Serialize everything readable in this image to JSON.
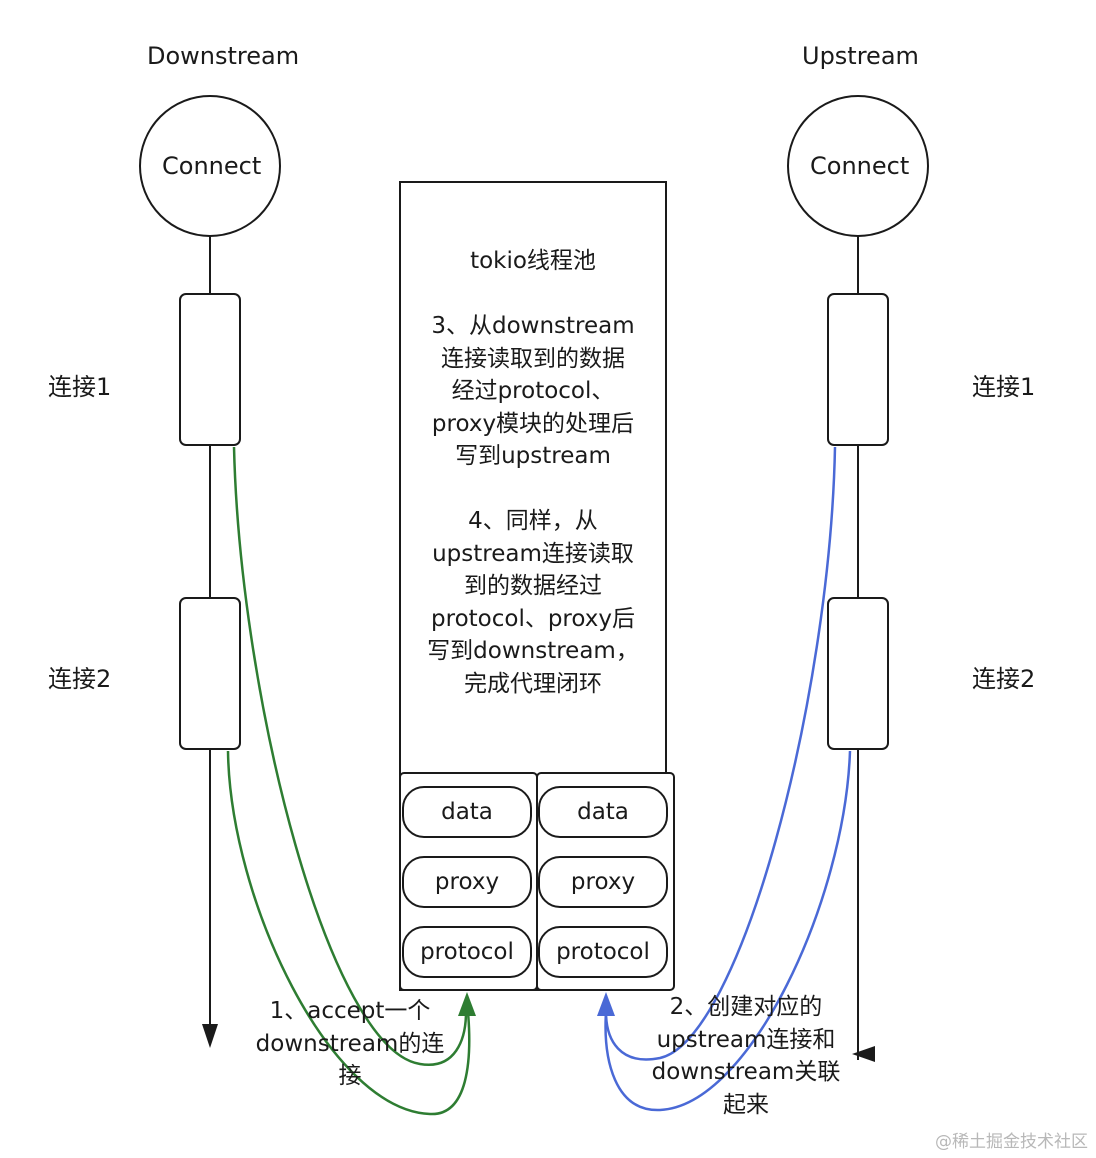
{
  "downstream": {
    "title": "Downstream",
    "node_label": "Connect",
    "conn1_label": "连接1",
    "conn2_label": "连接2"
  },
  "upstream": {
    "title": "Upstream",
    "node_label": "Connect",
    "conn1_label": "连接1",
    "conn2_label": "连接2"
  },
  "pool": {
    "title": "tokio线程池",
    "step3": "3、从downstream\n连接读取到的数据\n经过protocol、\nproxy模块的处理后\n写到upstream",
    "step4": "4、同样，从\nupstream连接读取\n到的数据经过\nprotocol、proxy后\n写到downstream，\n完成代理闭环",
    "left_stack": [
      "data",
      "proxy",
      "protocol"
    ],
    "right_stack": [
      "data",
      "proxy",
      "protocol"
    ]
  },
  "annotations": {
    "step1": "1、accept一个\ndownstream的连\n接",
    "step2": "2、创建对应的\nupstream连接和\ndownstream关联\n起来"
  },
  "colors": {
    "stroke": "#1a1a1a",
    "downstream_flow": "#2e7d32",
    "upstream_flow": "#4a69d6"
  },
  "watermark": "@稀土掘金技术社区"
}
